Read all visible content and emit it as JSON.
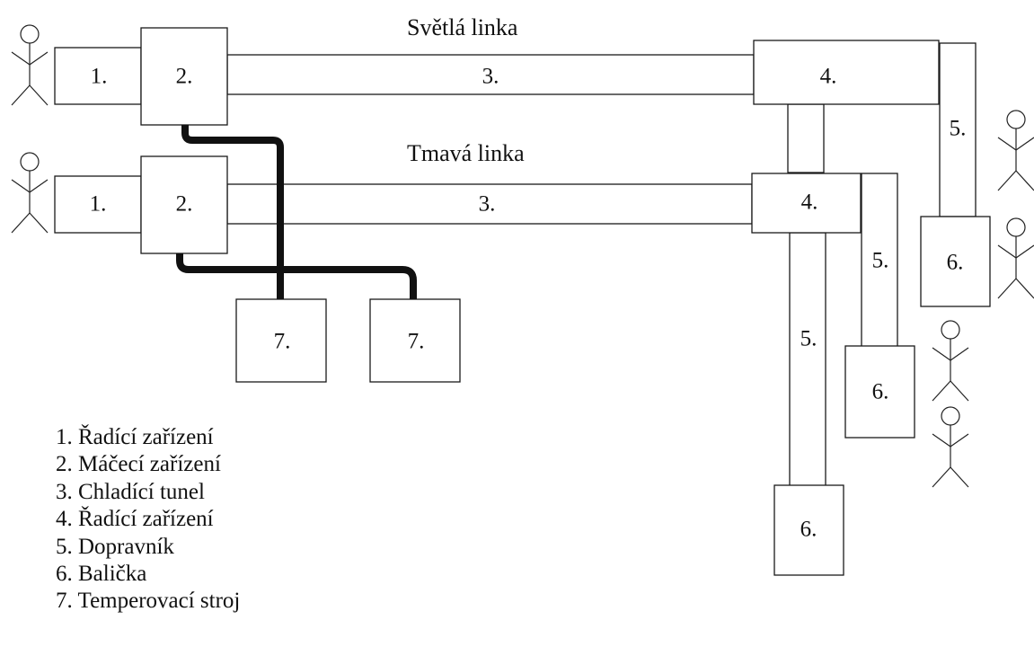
{
  "titles": {
    "light_line": "Světlá linka",
    "dark_line": "Tmavá linka"
  },
  "labels": {
    "n1": "1.",
    "n2": "2.",
    "n3": "3.",
    "n4": "4.",
    "n5": "5.",
    "n6": "6.",
    "n7": "7."
  },
  "legend": [
    "1. Řadící zařízení",
    "2. Máčecí zařízení",
    "3. Chladící tunel",
    "4. Řadící zařízení",
    "5. Dopravník",
    "6. Balička",
    "7. Temperovací stroj"
  ],
  "icons": {
    "operator": "stick-figure-person-icon"
  },
  "colors": {
    "line": "#1a1a1a",
    "pipe": "#111111",
    "background": "#ffffff"
  }
}
